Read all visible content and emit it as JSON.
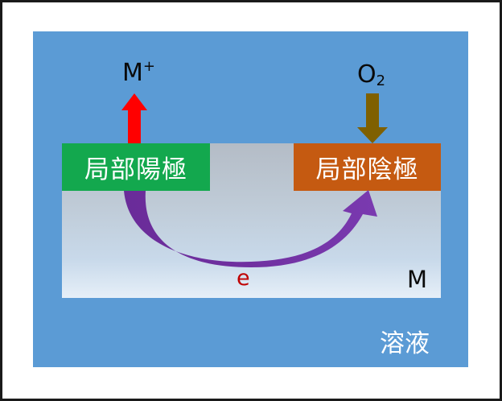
{
  "labels": {
    "anode": "局部陽極",
    "cathode": "局部陰極",
    "metal_ion": "M",
    "metal_ion_charge": "+",
    "oxygen": "O",
    "oxygen_subscript": "2",
    "metal": "M",
    "electron": "e",
    "solution": "溶液"
  },
  "colors": {
    "solution": "#5b9bd5",
    "anode": "#13a84e",
    "cathode": "#c55a11",
    "metal_ion_arrow": "#ff0000",
    "oxygen_arrow": "#7f6000",
    "electron_arrow": "#7030a0",
    "electron_text": "#c00000"
  }
}
